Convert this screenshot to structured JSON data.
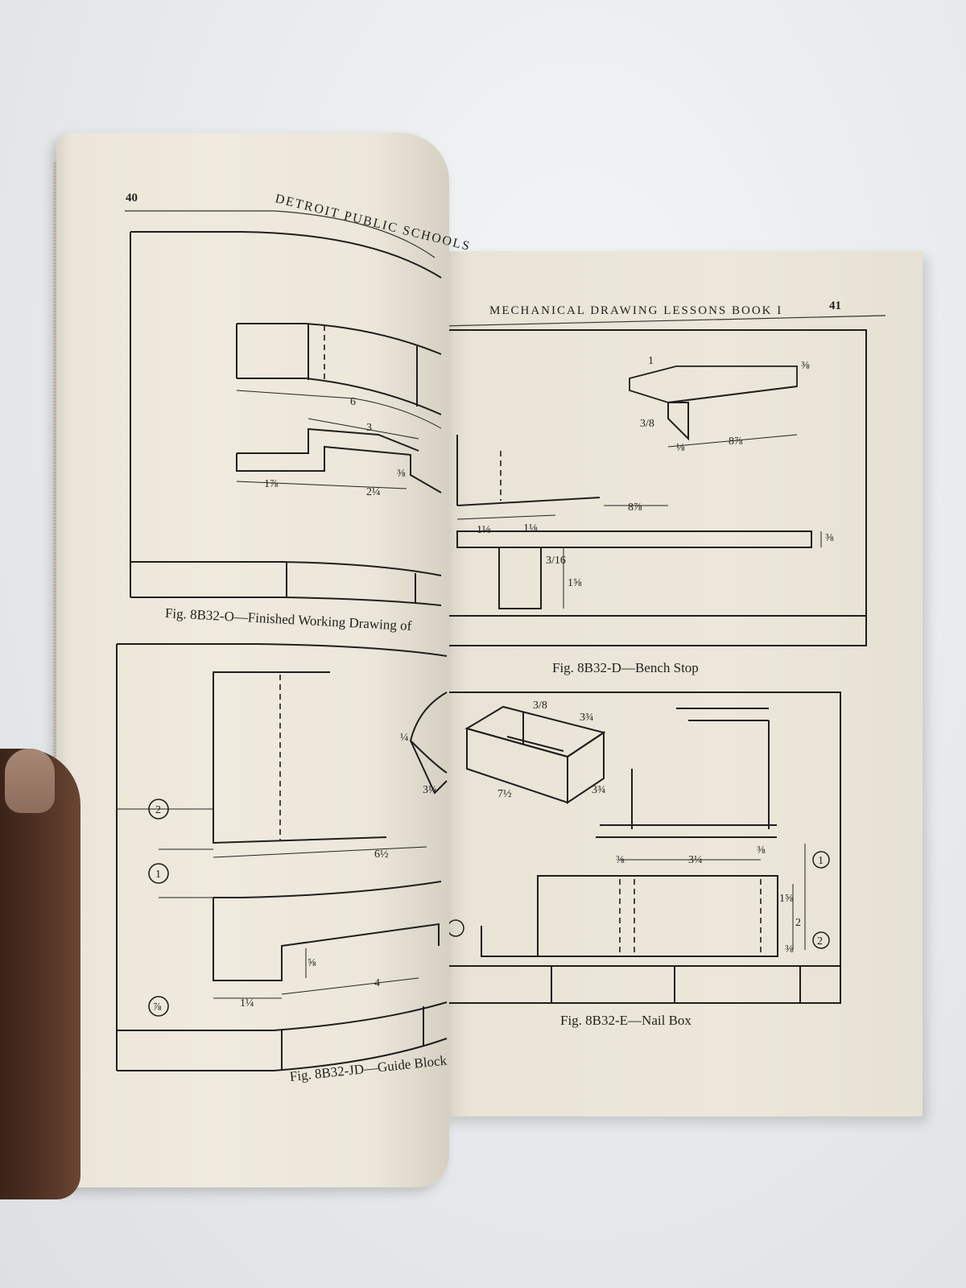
{
  "left_page": {
    "page_number": "40",
    "running_head": "DETROIT PUBLIC SCHOOLS",
    "figure_o": {
      "caption": "Fig. 8B32-O—Finished Working Drawing of",
      "dims": [
        "6",
        "3",
        "1⅞",
        "2¼",
        "⅜"
      ]
    },
    "figure_jd": {
      "caption": "Fig. 8B32-JD—Guide Block",
      "dims": [
        "6½",
        "1¼",
        "4",
        "⅝",
        "2",
        "1",
        "⅞",
        "¼",
        "3¼"
      ]
    }
  },
  "right_page": {
    "page_number": "41",
    "running_head": "MECHANICAL DRAWING LESSONS BOOK I",
    "figure_d": {
      "caption": "Fig. 8B32-D—Bench Stop",
      "dims": [
        "8⅞",
        "1⅛",
        "1⅛",
        "⅜",
        "3/16",
        "1⅝",
        "8⅞",
        "3/8",
        "1",
        "⅛",
        "⅜"
      ]
    },
    "figure_e": {
      "caption": "Fig. 8B32-E—Nail Box",
      "dims": [
        "7½",
        "3¾",
        "3¾",
        "3/8",
        "3¼",
        "⅜",
        "⅜",
        "1⅝",
        "2",
        "1",
        "2",
        "⅜"
      ]
    }
  }
}
